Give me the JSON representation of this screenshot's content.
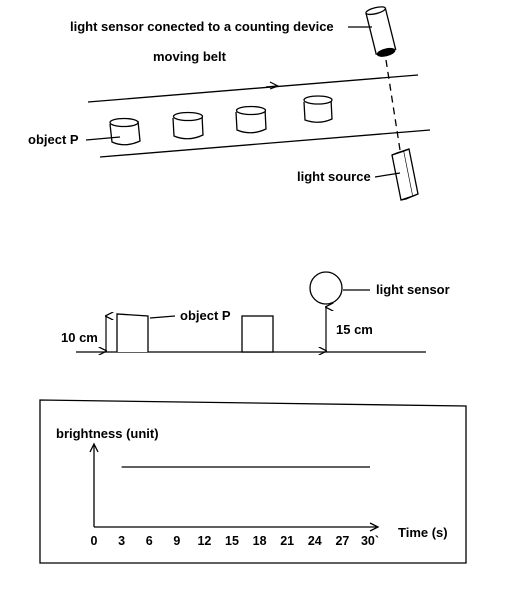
{
  "top_diagram": {
    "sensor_label": "light sensor conected to a counting device",
    "belt_label": "moving belt",
    "object_label": "object P",
    "source_label": "light source"
  },
  "side_view": {
    "object_label": "object P",
    "sensor_label": "light sensor",
    "object_height_label": "10 cm",
    "sensor_height_label": "15 cm"
  },
  "graph": {
    "ylabel": "brightness (unit)",
    "xlabel": "Time (s)",
    "x_ticks": [
      "0",
      "3",
      "6",
      "9",
      "12",
      "15",
      "18",
      "21",
      "24",
      "27",
      "30`"
    ]
  },
  "chart_data": {
    "type": "line",
    "x_ticks": [
      0,
      3,
      6,
      9,
      12,
      15,
      18,
      21,
      24,
      27,
      30
    ],
    "series": [
      {
        "x": [
          3,
          30
        ],
        "y": [
          1,
          1
        ]
      }
    ],
    "xlabel": "Time (s)",
    "ylabel": "brightness (unit)"
  },
  "colors": {
    "ink": "#000000",
    "paper": "#ffffff"
  }
}
